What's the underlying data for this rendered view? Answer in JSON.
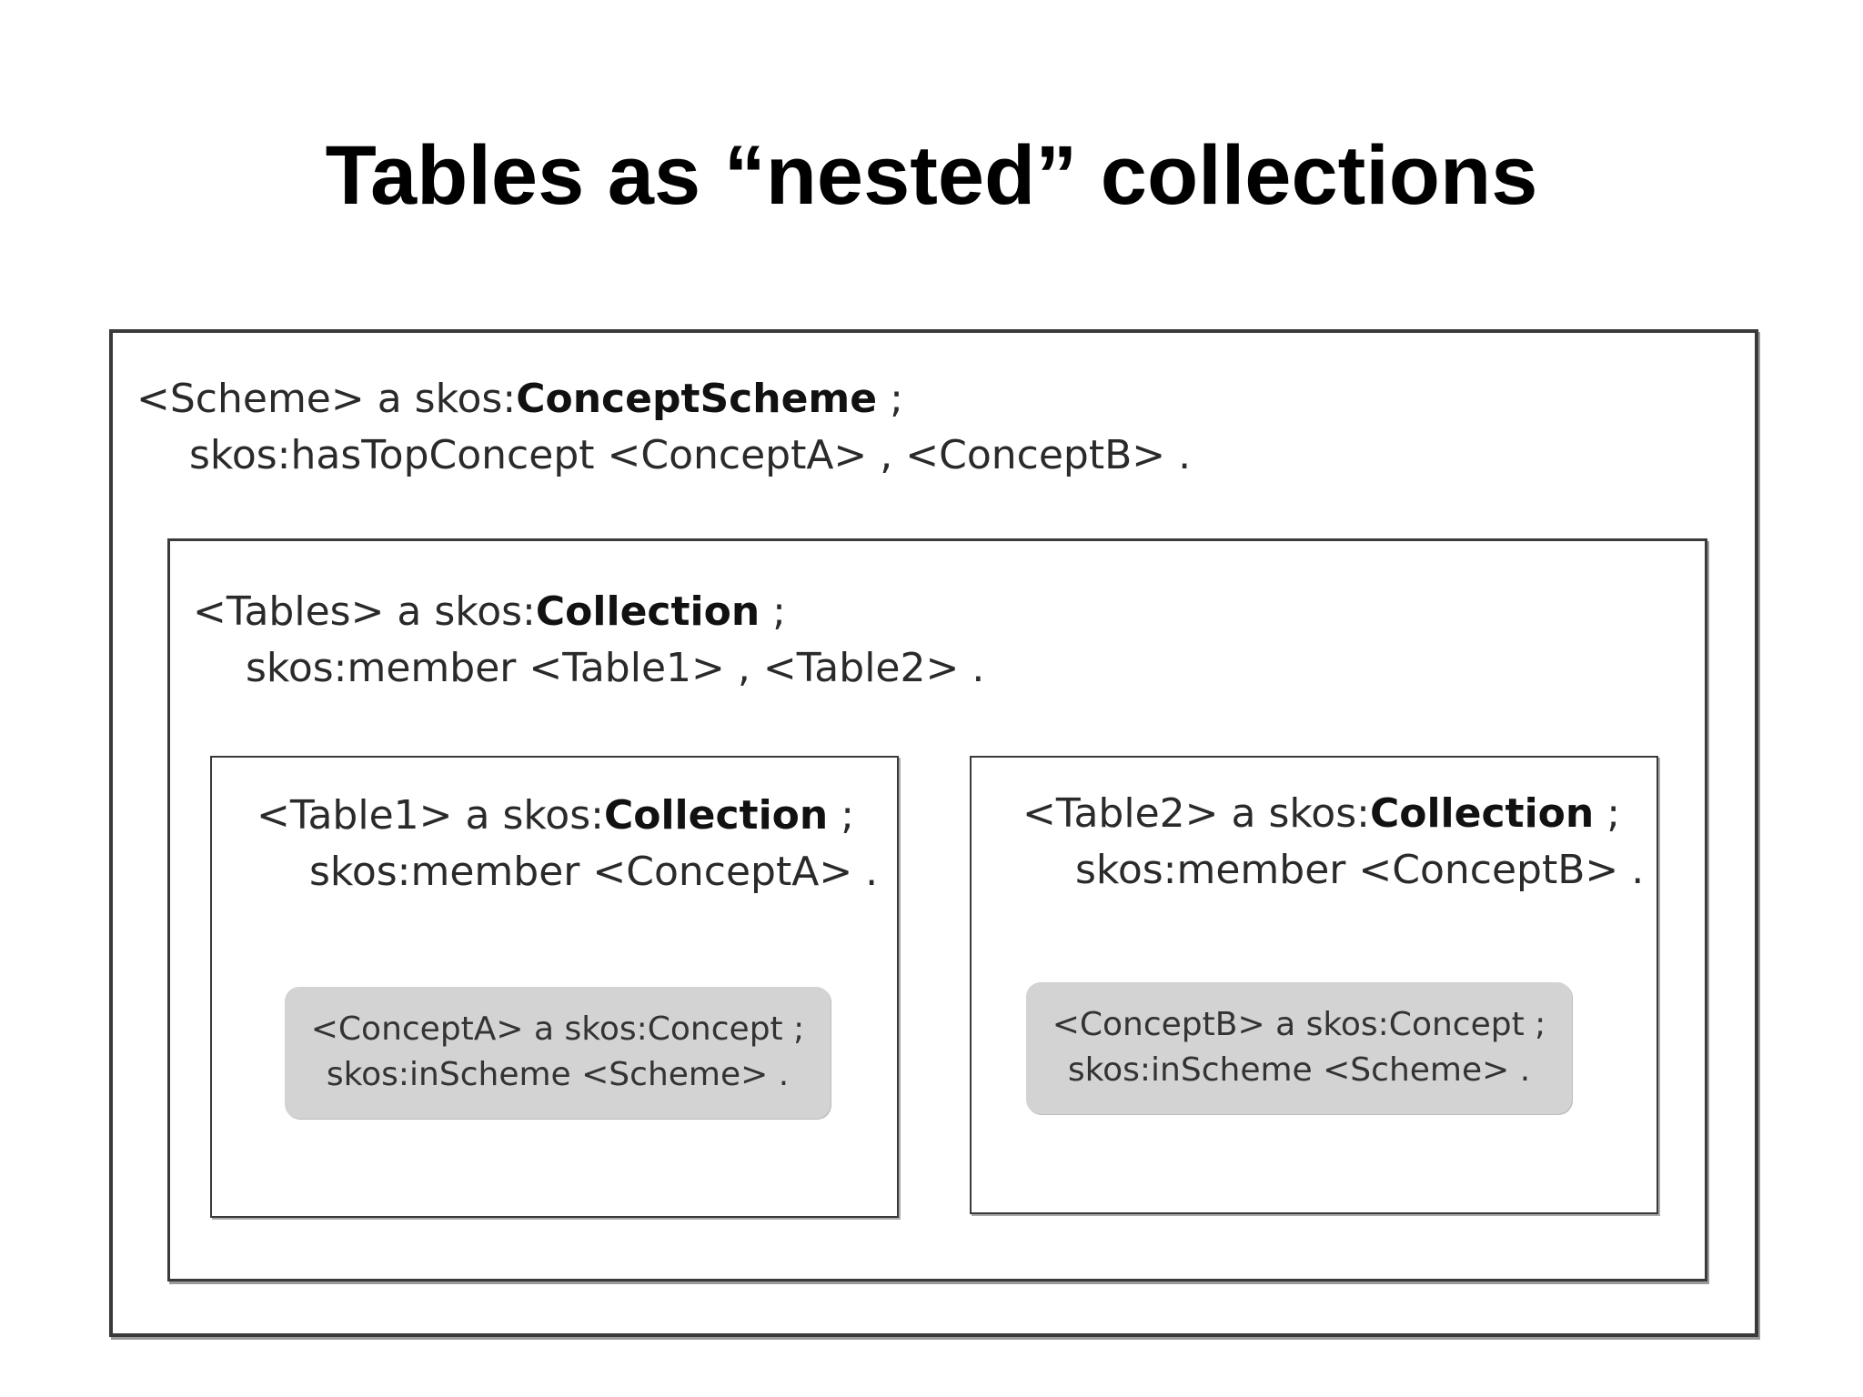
{
  "title": "Tables as “nested” collections",
  "scheme": {
    "line1_pre": "<Scheme> a skos:",
    "line1_bold": "ConceptScheme",
    "line1_post": " ;",
    "line2": "skos:hasTopConcept <ConceptA> , <ConceptB> ."
  },
  "tables": {
    "line1_pre": "<Tables> a skos:",
    "line1_bold": "Collection",
    "line1_post": " ;",
    "line2": "skos:member <Table1> , <Table2> ."
  },
  "table1": {
    "line1_pre": "<Table1> a skos:",
    "line1_bold": "Collection",
    "line1_post": " ;",
    "line2": "skos:member <ConceptA> .",
    "concept": {
      "line1": "<ConceptA> a skos:Concept ;",
      "line2": "skos:inScheme <Scheme> ."
    }
  },
  "table2": {
    "line1_pre": "<Table2> a skos:",
    "line1_bold": "Collection",
    "line1_post": " ;",
    "line2": "skos:member <ConceptB> .",
    "concept": {
      "line1": "<ConceptB> a skos:Concept ;",
      "line2": "skos:inScheme <Scheme> ."
    }
  },
  "colors": {
    "border": "#3a3a3a",
    "concept_fill": "#d3d3d3",
    "text": "#2a2a2a"
  }
}
